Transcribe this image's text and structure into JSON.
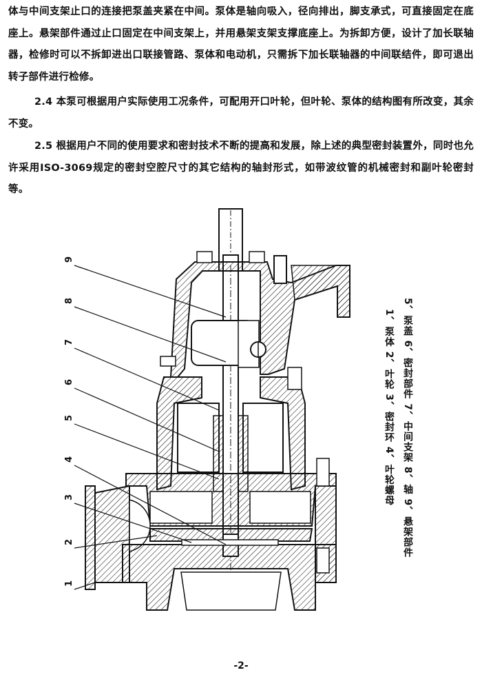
{
  "paragraphs": [
    "体与中间支架止口的连接把泵盖夹紧在中间。泵体是轴向吸入，径向排出，脚支承式，可直接固定在底座上。悬架部件通过止口固定在中间支架上，并用悬架支架支撑底座上。为拆卸方便，设计了加长联轴器，检修时可以不拆卸进出口联接管路、泵体和电动机，只需拆下加长联轴器的中间联结件，即可退出转子部件进行检修。",
    "2.4  本泵可根据用户实际使用工况条件，可配用开口叶轮，但叶轮、泵体的结构图有所改变，其余不变。",
    "2.5  根据用户不同的使用要求和密封技术不断的提高和发展，除上述的典型密封装置外，同时也允许采用ISO-3069规定的密封空腔尺寸的其它结构的轴封形式，如带波纹管的机械密封和副叶轮密封等。"
  ],
  "figure": {
    "callouts": [
      "1",
      "2",
      "3",
      "4",
      "5",
      "6",
      "7",
      "8",
      "9"
    ],
    "legend_line_1": "1、泵体  2、叶轮  3、密封环  4、叶轮螺母",
    "legend_line_2": "5、泵盖  6、密封部件  7、中间支架  8、轴  9、悬架部件"
  },
  "page_number": "-2-"
}
